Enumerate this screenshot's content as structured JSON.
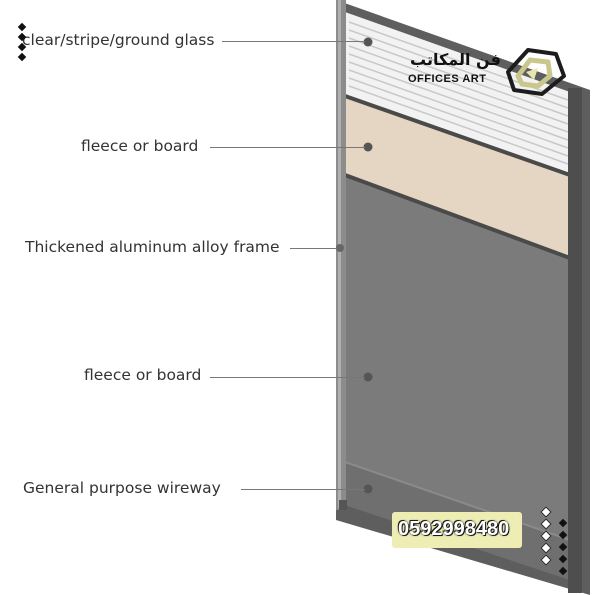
{
  "labels": {
    "glass": "clear/stripe/ground glass",
    "fleece_top": "fleece or board",
    "frame": "Thickened aluminum alloy frame",
    "fleece_bottom": "fleece or board",
    "wireway": "General purpose wireway"
  },
  "brand": {
    "name_ar": "فن المكاتب",
    "name_en": "OFFICES ART",
    "phone": "0592998480"
  },
  "colors": {
    "panel_gray": "#7a7a7a",
    "frame_gray": "#555555",
    "wood": "#e4d6c2",
    "glass": "#f4f4f4",
    "phone_bg": "#eeedb4"
  },
  "icons": {
    "logo": "offices-art-logo-icon"
  }
}
